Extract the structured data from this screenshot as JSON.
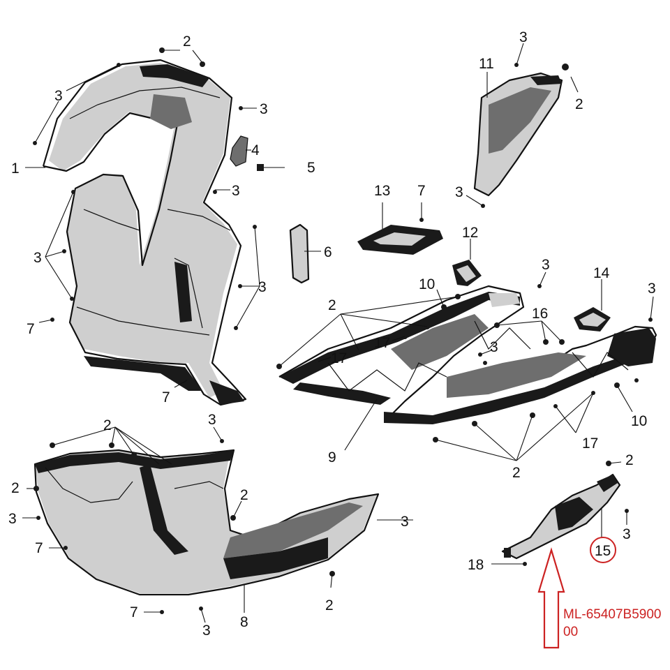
{
  "colors": {
    "line": "#111111",
    "highlight": "#cc2222",
    "background": "#ffffff"
  },
  "callouts": {
    "front_cover_1": "1",
    "front_cover_2_top": "2",
    "front_cover_3_left": "3",
    "front_cover_3_top_right": "3",
    "front_cover_4": "4",
    "front_cover_5": "5",
    "front_cover_3_mid_right": "3",
    "front_cover_3_low_left": "3",
    "front_cover_3_low_right": "3",
    "front_cover_7_left": "7",
    "front_cover_7_bottom": "7",
    "part_6": "6",
    "part_13": "13",
    "part_7_top": "7",
    "part_11": "11",
    "part_11_3_top": "3",
    "part_11_2": "2",
    "part_11_3_bottom": "3",
    "part_12": "12",
    "frame_3_a": "3",
    "part_14": "14",
    "frame_3_b": "3",
    "frame_10_top": "10",
    "frame_2_left": "2",
    "part_16": "16",
    "frame_17_a": "17",
    "frame_17_b": "17",
    "frame_3_c": "3",
    "frame_10_right": "10",
    "frame_9": "9",
    "frame_17_c": "17",
    "frame_2_bottom": "2",
    "floor_2_top": "2",
    "floor_3_top": "3",
    "floor_2_left": "2",
    "floor_3_left": "3",
    "floor_7_left": "7",
    "floor_2_mid": "2",
    "floor_3_right": "3",
    "floor_2_bottom": "2",
    "floor_7_bottom": "7",
    "floor_3_bottom": "3",
    "floor_8": "8",
    "part_15_2": "2",
    "part_15_3": "3",
    "part_15": "15",
    "part_18": "18"
  },
  "reference_code": "ML-65407B590000"
}
